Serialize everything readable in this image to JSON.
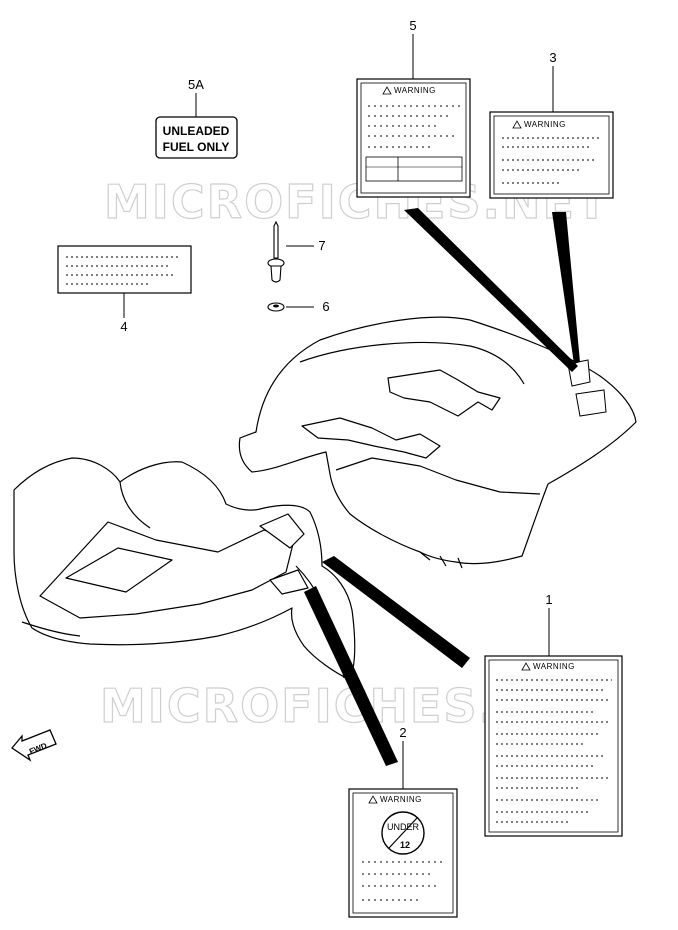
{
  "watermark": "MICROFICHES.NET",
  "callouts": {
    "c1": "1",
    "c2": "2",
    "c3": "3",
    "c4": "4",
    "c5": "5",
    "c5a": "5A",
    "c6": "6",
    "c7": "7"
  },
  "unleaded_label": {
    "line1": "UNLEADED",
    "line2": "FUEL ONLY"
  },
  "warning_heading": "WARNING",
  "under_age_sign": {
    "line1": "UNDER",
    "line2": "12"
  },
  "direction_arrow": "FWD"
}
